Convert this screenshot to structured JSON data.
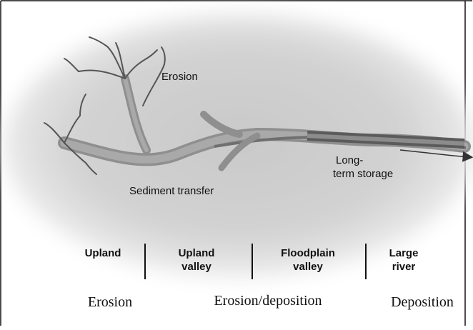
{
  "diagram": {
    "labels": {
      "erosion": "Erosion",
      "sediment_transfer": "Sediment transfer",
      "long_term_storage_line1": "Long-",
      "long_term_storage_line2": "term storage"
    },
    "zones": [
      {
        "line1": "Upland",
        "line2": ""
      },
      {
        "line1": "Upland",
        "line2": "valley"
      },
      {
        "line1": "Floodplain",
        "line2": "valley"
      },
      {
        "line1": "Large",
        "line2": "river"
      }
    ],
    "processes": [
      "Erosion",
      "Erosion/deposition",
      "Deposition"
    ]
  }
}
